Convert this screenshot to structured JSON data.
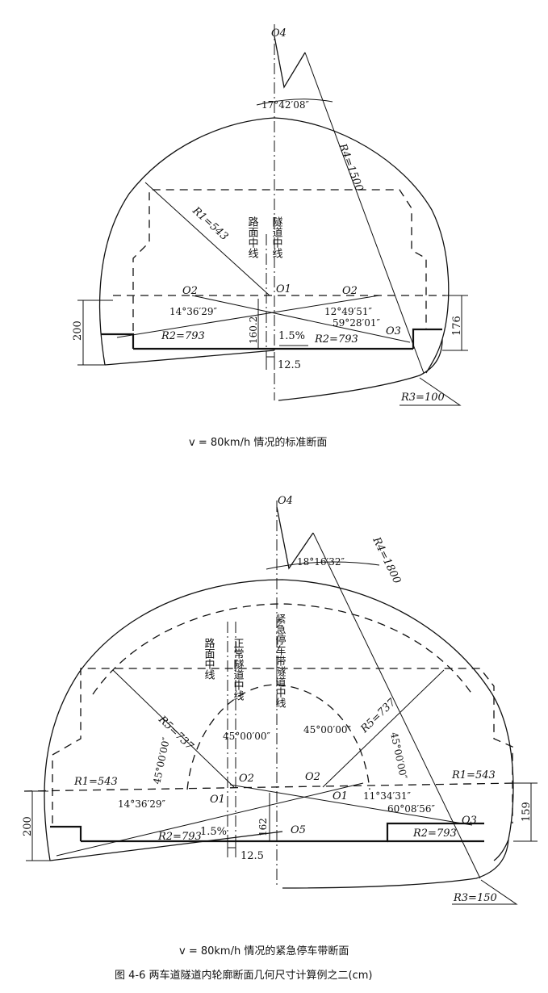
{
  "figure_caption": "图 4-6  两车道隧道内轮廓断面几何尺寸计算例之二(cm)",
  "diagram_top": {
    "caption": "v = 80km/h 情况的标准断面",
    "O4": "O4",
    "angle_top": "17°42′08″",
    "R4": "R4=1500",
    "R1": "R1=543",
    "road_center": "路面中线",
    "tunnel_center": "隧道中线",
    "O1": "O1",
    "O2_left": "O2",
    "O2_right": "O2",
    "angle_left": "14°36′29″",
    "angle_right_1": "12°49′51″",
    "angle_right_2": "59°28′01″",
    "O3": "O3",
    "R2_left": "R2=793",
    "R2_right": "R2=793",
    "dim_160": "160.2",
    "slope": "1.5%",
    "dim_125": "12.5",
    "dim_200": "200",
    "dim_176": "176",
    "R3": "R3=100"
  },
  "diagram_bottom": {
    "caption": "v = 80km/h 情况的紧急停车带断面",
    "O4": "O4",
    "angle_top": "18°16′32″",
    "R4": "R4=1800",
    "road_center": "路面中线",
    "normal_center": "正常隧道中线",
    "emergency_center": "紧急停车带隧道中线",
    "R5_left": "R5=737",
    "R5_right": "R5=737",
    "angle_45_a": "45°00′00″",
    "angle_45_b": "45°00′00″",
    "angle_45_c": "45°00′00″",
    "angle_45_d": "45°00′00″",
    "R1_left": "R1=543",
    "R1_right": "R1=543",
    "O1_left": "O1",
    "O1_right": "O1",
    "O2_left": "O2",
    "O2_right": "O2",
    "angle_left": "14°36′29″",
    "angle_right_1": "11°34′31″",
    "angle_right_2": "60°08′56″",
    "O3": "O3",
    "O5": "O5",
    "R2_left": "R2=793",
    "R2_right": "R2=793",
    "slope": "1.5%",
    "dim_162": "162",
    "dim_125": "12.5",
    "dim_200": "200",
    "dim_159": "159",
    "R3": "R3=150"
  }
}
